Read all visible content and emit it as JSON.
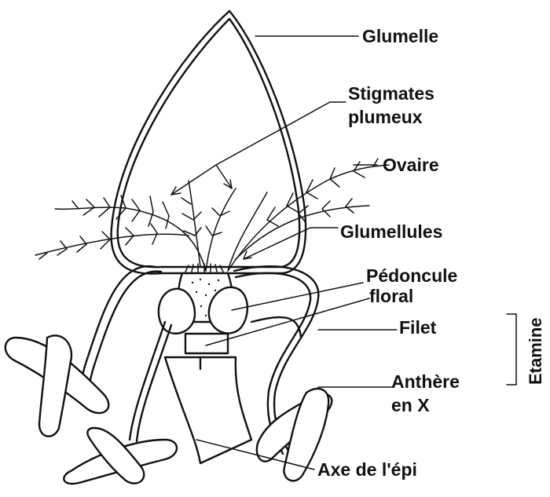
{
  "labels": {
    "glumelle": "Glumelle",
    "stigmates_1": "Stigmates",
    "stigmates_2": "plumeux",
    "ovaire": "Ovaire",
    "glumellules": "Glumellules",
    "pedoncule_1": "Pédoncule",
    "pedoncule_2": "floral",
    "filet": "Filet",
    "anthere_1": "Anthère",
    "anthere_2": "en X",
    "axe": "Axe de l'épi",
    "etamine": "Etamine"
  }
}
